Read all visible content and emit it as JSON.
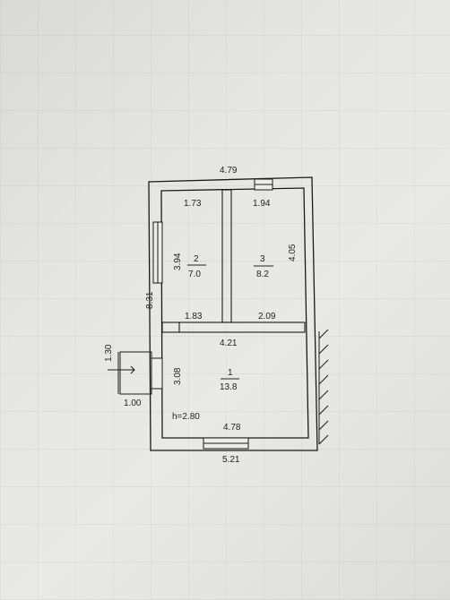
{
  "plan": {
    "overall_width_top": "4.79",
    "overall_width_bottom": "5.21",
    "overall_length": "8.31",
    "room_height": "h=2.80",
    "rooms": [
      {
        "number": "1",
        "area": "13.8",
        "width": "4.78",
        "depth": "3.08",
        "top_width": "4.21"
      },
      {
        "number": "2",
        "area": "7.0",
        "width_top": "1.73",
        "width_bottom": "1.83",
        "depth": "3.94"
      },
      {
        "number": "3",
        "area": "8.2",
        "width_top": "1.94",
        "width_bottom": "2.09",
        "depth": "4.05"
      }
    ],
    "porch": {
      "depth": "1.30",
      "width": "1.00"
    }
  }
}
